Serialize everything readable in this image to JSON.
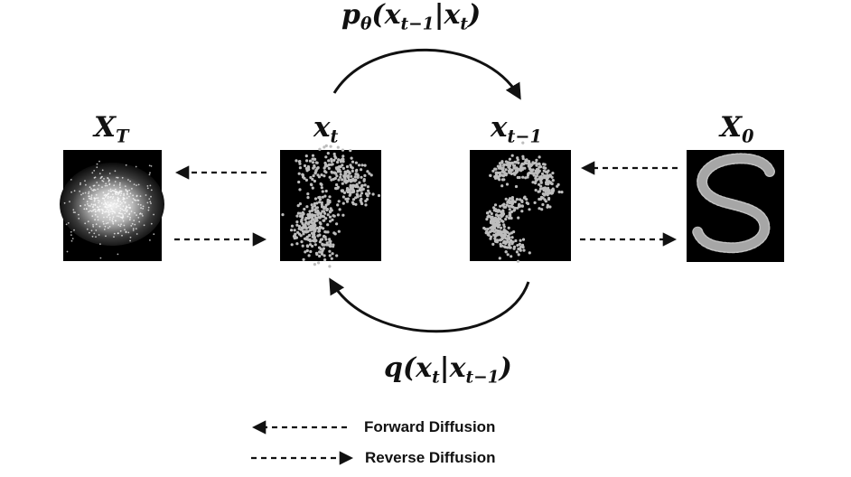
{
  "labels": {
    "xT": {
      "base": "X",
      "sub": "T"
    },
    "xt": {
      "base": "x",
      "sub": "t"
    },
    "xt1": {
      "base": "x",
      "sub": "t−1"
    },
    "x0": {
      "base": "X",
      "sub": "0"
    }
  },
  "formulas": {
    "p_theta": {
      "p": "p",
      "theta": "θ",
      "open": "(x",
      "t1": "t−1",
      "bar": "|x",
      "t": "t",
      "close": ")"
    },
    "q": {
      "q": "q",
      "open": "(x",
      "t": "t",
      "bar": "|x",
      "t1": "t−1",
      "close": ")"
    }
  },
  "legend": {
    "forward": "Forward Diffusion",
    "reverse": "Reverse Diffusion"
  },
  "colors": {
    "panel": "#000000",
    "dots": "#b5b5b5",
    "ink": "#111111",
    "noise": "#ffffff"
  }
}
